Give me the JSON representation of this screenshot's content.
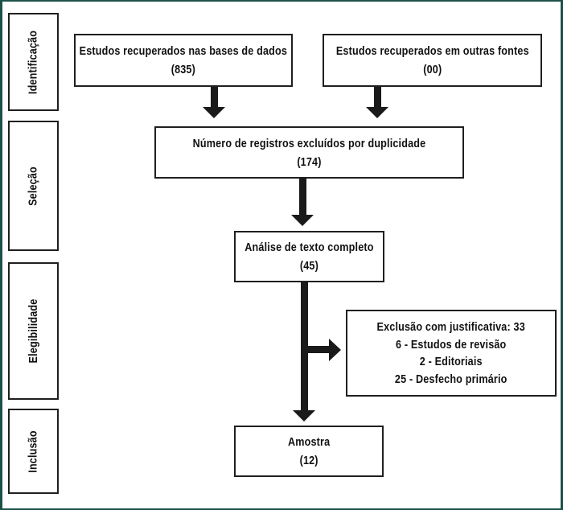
{
  "diagram": {
    "title": "PRISMA flow diagram (Portuguese)",
    "colors": {
      "frame": "#1c5148",
      "box_border": "#1f1f1f",
      "arrow": "#1a1a1a",
      "text": "#111111",
      "background": "#ffffff"
    },
    "sidebar": {
      "identificacao": "Identificação",
      "selecao": "Seleção",
      "elegibilidade": "Elegibilidade",
      "inclusao": "Inclusão"
    },
    "boxes": {
      "databases": {
        "line1": "Estudos recuperados nas bases de dados",
        "count": "(835)"
      },
      "other_sources": {
        "line1": "Estudos recuperados em outras fontes",
        "count": "(00)"
      },
      "duplicates": {
        "line1": "Número de registros excluídos por duplicidade",
        "count": "(174)"
      },
      "full_text": {
        "line1": "Análise de texto completo",
        "count": "(45)"
      },
      "exclusions": {
        "line1": "Exclusão com justificativa: 33",
        "line2": "6 - Estudos de revisão",
        "line3": "2 - Editoriais",
        "line4": "25 - Desfecho primário"
      },
      "sample": {
        "line1": "Amostra",
        "count": "(12)"
      }
    }
  }
}
